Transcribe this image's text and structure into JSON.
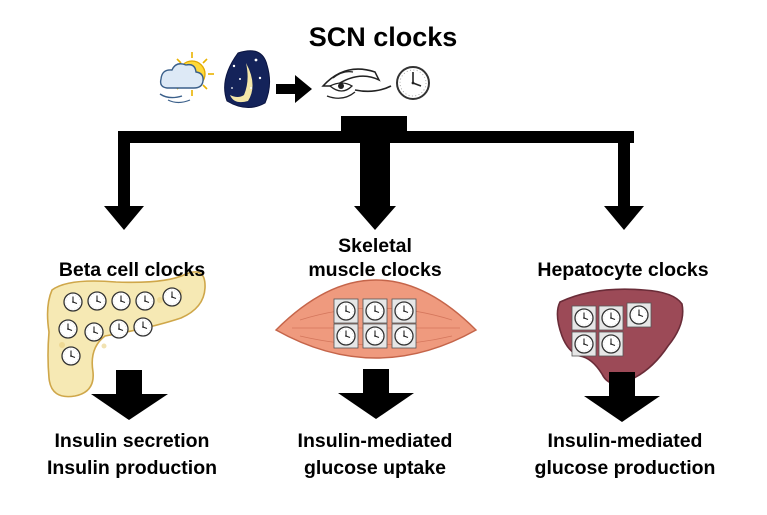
{
  "top": {
    "title": "SCN clocks",
    "icons": [
      "sun-cloud-icon",
      "moon-night-icon",
      "right-arrow-icon",
      "eye-icon",
      "nerve-line-icon",
      "clock-icon"
    ]
  },
  "branches": [
    {
      "label": "Beta cell clocks",
      "organ": "pancreas",
      "organ_color": "#f6e9b4",
      "outputs": [
        "Insulin secretion",
        "Insulin production"
      ]
    },
    {
      "label_lines": [
        "Skeletal",
        "muscle clocks"
      ],
      "organ": "skeletal-muscle",
      "organ_color": "#ef9a7e",
      "outputs": [
        "Insulin-mediated",
        "glucose uptake"
      ]
    },
    {
      "label": "Hepatocyte clocks",
      "organ": "liver",
      "organ_color": "#9c4a57",
      "outputs": [
        "Insulin-mediated",
        "glucose production"
      ]
    }
  ],
  "colors": {
    "arrow": "#000000",
    "clock_face": "#ffffff",
    "clock_box": "#e6e6e6"
  }
}
